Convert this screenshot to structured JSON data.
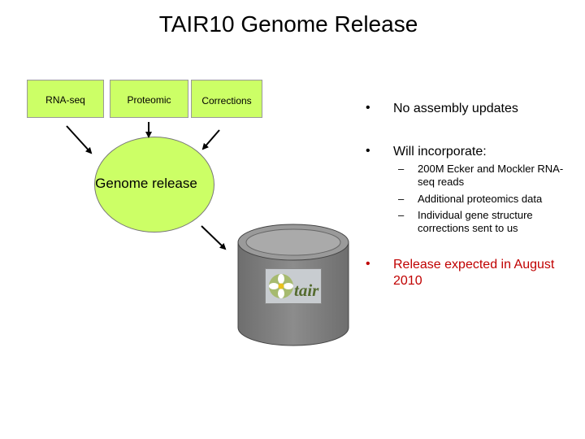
{
  "title": "TAIR10 Genome Release",
  "diagram": {
    "inputs": [
      "RNA-seq",
      "Proteomic",
      "Corrections"
    ],
    "center": "Genome release",
    "logo_text": "tair",
    "colors": {
      "box_fill": "#ccff66",
      "cylinder_fill": "#808080",
      "highlight": "#c00000"
    }
  },
  "bullets": [
    {
      "marker": "•",
      "text": "No assembly updates"
    },
    {
      "marker": "•",
      "text": "Will incorporate:"
    },
    {
      "marker": "•",
      "text": "Release expected in August 2010"
    }
  ],
  "sub_bullets": [
    {
      "marker": "–",
      "text": "200M Ecker and Mockler RNA-seq reads"
    },
    {
      "marker": "–",
      "text": "Additional proteomics data"
    },
    {
      "marker": "–",
      "text": "Individual gene structure corrections sent to us"
    }
  ]
}
